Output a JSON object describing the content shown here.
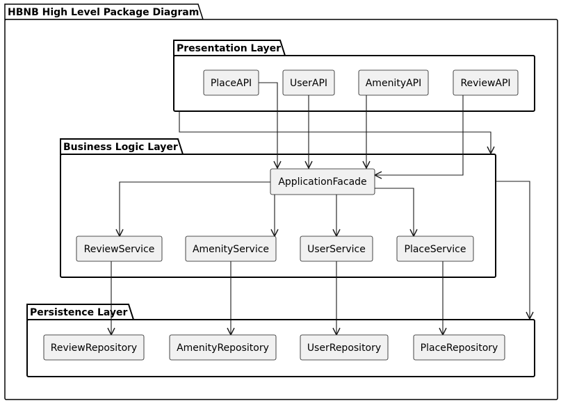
{
  "diagram": {
    "title": "HBNB High Level Package Diagram",
    "packages": {
      "presentation": "Presentation Layer",
      "business": "Business Logic Layer",
      "persistence": "Persistence Layer"
    },
    "nodes": {
      "place_api": "PlaceAPI",
      "user_api": "UserAPI",
      "amenity_api": "AmenityAPI",
      "review_api": "ReviewAPI",
      "facade": "ApplicationFacade",
      "review_service": "ReviewService",
      "amenity_service": "AmenityService",
      "user_service": "UserService",
      "place_service": "PlaceService",
      "review_repo": "ReviewRepository",
      "amenity_repo": "AmenityRepository",
      "user_repo": "UserRepository",
      "place_repo": "PlaceRepository"
    },
    "edges": [
      {
        "from": "PlaceAPI",
        "to": "ApplicationFacade"
      },
      {
        "from": "UserAPI",
        "to": "ApplicationFacade"
      },
      {
        "from": "AmenityAPI",
        "to": "ApplicationFacade"
      },
      {
        "from": "ReviewAPI",
        "to": "ApplicationFacade"
      },
      {
        "from": "Presentation Layer",
        "to": "Business Logic Layer"
      },
      {
        "from": "ApplicationFacade",
        "to": "ReviewService"
      },
      {
        "from": "ApplicationFacade",
        "to": "AmenityService"
      },
      {
        "from": "ApplicationFacade",
        "to": "UserService"
      },
      {
        "from": "ApplicationFacade",
        "to": "PlaceService"
      },
      {
        "from": "Business Logic Layer",
        "to": "Persistence Layer"
      },
      {
        "from": "ReviewService",
        "to": "ReviewRepository"
      },
      {
        "from": "AmenityService",
        "to": "AmenityRepository"
      },
      {
        "from": "UserService",
        "to": "UserRepository"
      },
      {
        "from": "PlaceService",
        "to": "PlaceRepository"
      }
    ]
  }
}
